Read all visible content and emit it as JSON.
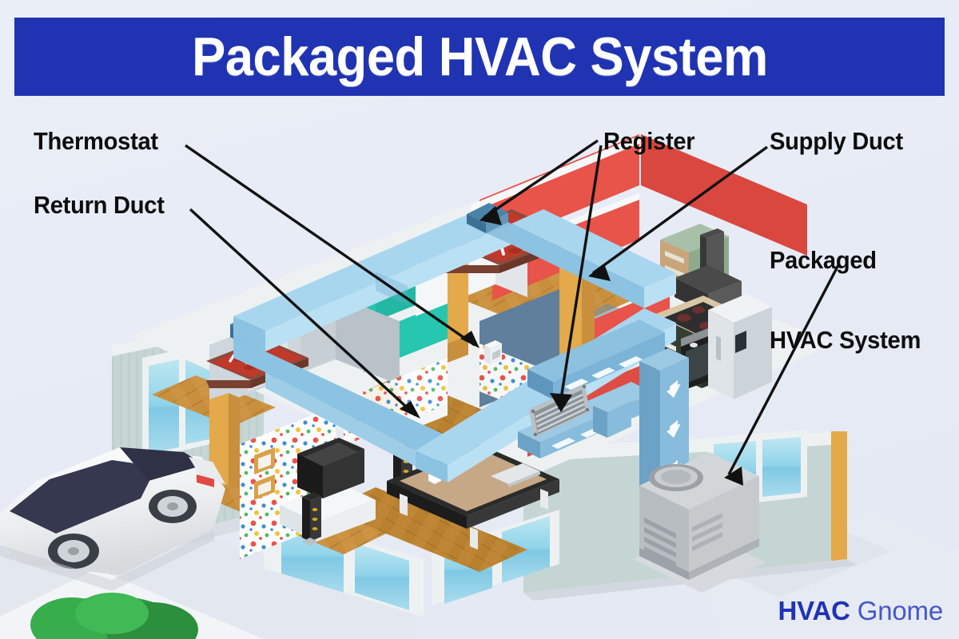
{
  "banner": {
    "title": "Packaged HVAC System",
    "bg_color": "#1f33b3",
    "text_color": "#ffffff"
  },
  "background": {
    "color": "#e9edf6"
  },
  "labels": {
    "thermostat": "Thermostat",
    "return_duct": "Return Duct",
    "register": "Register",
    "supply_duct": "Supply Duct",
    "packaged_line1": "Packaged",
    "packaged_line2": "HVAC System",
    "text_color": "#0d0d0d"
  },
  "logo": {
    "bold_text": "HVAC",
    "light_text": "Gnome",
    "bold_color": "#1f33b3",
    "light_color": "#4657c9"
  },
  "diagram": {
    "type": "isometric-cutaway-house",
    "components": [
      {
        "name": "thermostat",
        "description": "small white wall-mounted thermostat box on blue-grey interior wall"
      },
      {
        "name": "return-duct",
        "description": "light blue rectangular ring duct running around the ceiling plane"
      },
      {
        "name": "register",
        "description": "grey louvered grille mounted on red accent wall"
      },
      {
        "name": "ceiling-register",
        "description": "ceiling diffuser blowing air down onto the bed"
      },
      {
        "name": "supply-duct",
        "description": "medium blue duct with white airflow arrows descending to the outdoor unit"
      },
      {
        "name": "packaged-hvac-unit",
        "description": "grey rooftop-style packaged unit with circular fan and louvered side vents, sitting on a pad outside"
      },
      {
        "name": "car",
        "description": "white sedan parked in the driveway"
      },
      {
        "name": "shrub",
        "description": "green bush at lower left"
      },
      {
        "name": "kitchen",
        "description": "dark range hood, cooktop, oven, dark green cabinets, white refrigerator"
      },
      {
        "name": "living-room",
        "description": "flat-screen TV, tower speakers, coffee table with vase and laptop, polka-dot wallpaper"
      },
      {
        "name": "bedrooms",
        "description": "two bedrooms with red beds on wood floors"
      }
    ],
    "colors": {
      "supply_duct": "#6ca9d6",
      "return_duct": "#a9d6ef",
      "accent_wall_red": "#e8534a",
      "accent_wall_teal": "#26c6b0",
      "floor_wood": "#c8903f",
      "exterior_wall": "#c3d4d2",
      "unit_body": "#c3c6c8"
    }
  }
}
